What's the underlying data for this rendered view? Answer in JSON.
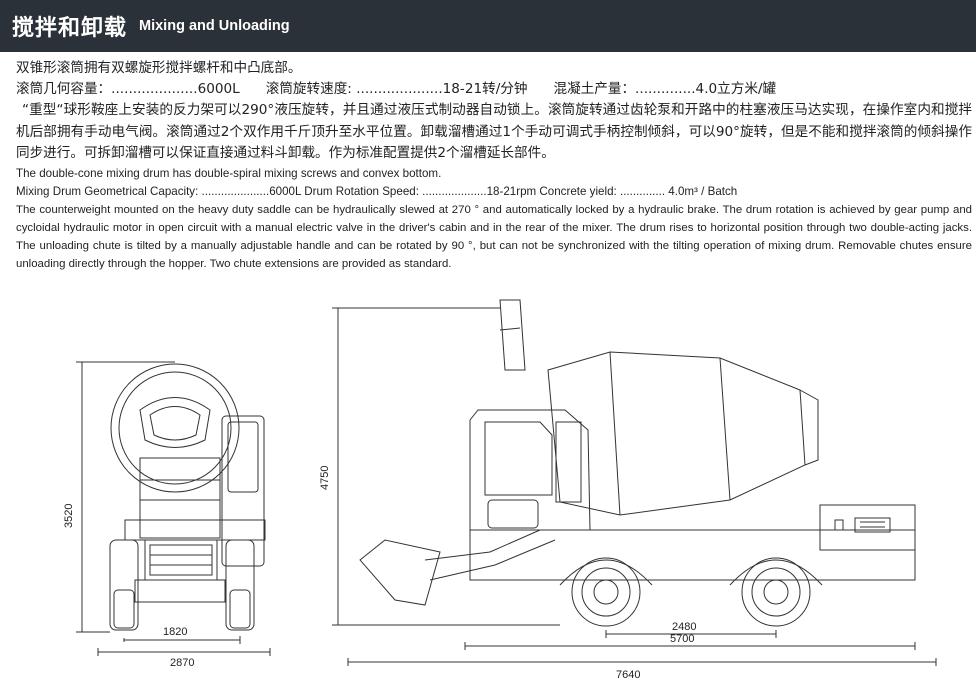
{
  "header": {
    "title_cn": "搅拌和卸载",
    "title_en": "Mixing and Unloading"
  },
  "text": {
    "cn_line1": "双锥形滚筒拥有双螺旋形搅拌螺杆和中凸底部。",
    "cn_spec1": "滚筒几何容量：....................6000L",
    "cn_spec2": "滚筒旋转速度: ....................18-21转/分钟",
    "cn_spec3": "混凝土产量：..............4.0立方米/罐",
    "cn_para": "“重型“球形鞍座上安装的反力架可以290°液压旋转，并且通过液压式制动器自动锁上。滚筒旋转通过齿轮泵和开路中的柱塞液压马达实现，在操作室内和搅拌机后部拥有手动电气阀。滚筒通过2个双作用千斤顶升至水平位置。卸载溜槽通过1个手动可调式手柄控制倾斜，可以90°旋转，但是不能和搅拌滚筒的倾斜操作同步进行。可拆卸溜槽可以保证直接通过料斗卸载。作为标准配置提供2个溜槽延长部件。",
    "en_line1": "The double-cone mixing drum has double-spiral mixing  screws and convex bottom.",
    "en_spec": "Mixing Drum Geometrical Capacity: .....................6000L Drum Rotation Speed: ....................18-21rpm Concrete yield: .............. 4.0m³ / Batch",
    "en_para": "The counterweight mounted on the heavy duty saddle can be hydraulically slewed at 270 ° and automatically locked by a hydraulic brake. The drum rotation is achieved by gear pump and cycloidal hydraulic motor in open circuit with a manual electric valve in the driver's cabin and in the rear of the mixer. The drum rises to horizontal position through two double-acting jacks. The unloading chute is tilted by a manually adjustable handle and can be rotated by 90 °, but can not be synchronized with the tilting operation of mixing drum. Removable chutes ensure unloading directly through the hopper. Two chute extensions are provided as standard."
  },
  "dimensions": {
    "front_height": "3520",
    "front_track": "1820",
    "front_width": "2870",
    "side_height": "4750",
    "wheelbase": "2480",
    "body_length": "5700",
    "total_length": "7640"
  }
}
